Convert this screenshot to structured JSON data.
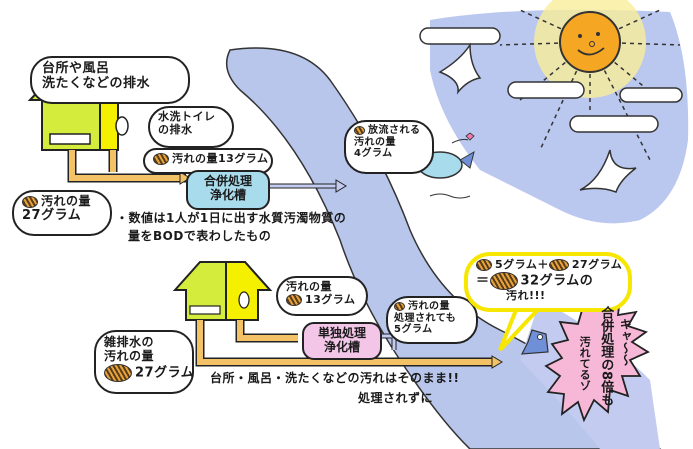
{
  "illustration": {
    "top_system": {
      "house_bubble": [
        "台所や風呂",
        "洗たくなどの排水"
      ],
      "toilet_bubble": [
        "水洗トイレ",
        "の排水"
      ],
      "pollution_13": "汚れの量13グラム",
      "pollution_27": [
        "汚れの量",
        "27グラム"
      ],
      "tank_label": [
        "合併処理",
        "浄化槽"
      ],
      "discharged_bubble": [
        "放流される",
        "汚れの量",
        "4グラム"
      ]
    },
    "note": [
      "・数値は1人が1日に出す水質汚濁物質の",
      "量をBODで表わしたもの"
    ],
    "bottom_system": {
      "pollution_13_bubble": [
        "汚れの量",
        "13グラム"
      ],
      "tank_label": [
        "単独処理",
        "浄化槽"
      ],
      "treated_bubble": [
        "汚れの量",
        "処理されても",
        "5グラム"
      ],
      "greywater_bubble": [
        "雑排水の",
        "汚れの量",
        "27グラム"
      ],
      "untreated_caption": "台所・風呂・洗たくなどの汚れはそのまま!!",
      "untreated_sub": "処理されずに"
    },
    "total_bubble": {
      "line1_a": "5グラム＋",
      "line1_b": "27グラム",
      "line2": "＝",
      "line2_b": "32グラムの",
      "line3": "汚れ!!!"
    },
    "exclaim_burst": {
      "col1": "キャ～～",
      "col2": "合併処理の8倍も",
      "col3": "汚れてるゾ"
    },
    "colors": {
      "river": "#b9c6ec",
      "sky": "#a9b9ea",
      "sun": "#f5a623",
      "house_light": "#d4ec3c",
      "house_yellow": "#f4f000",
      "pipe": "#f3c267",
      "tank_combined": "#a8dcec",
      "tank_single": "#f3c6e8",
      "total_bubble_border": "#f7e600",
      "burst": "#f7b8d8"
    }
  }
}
